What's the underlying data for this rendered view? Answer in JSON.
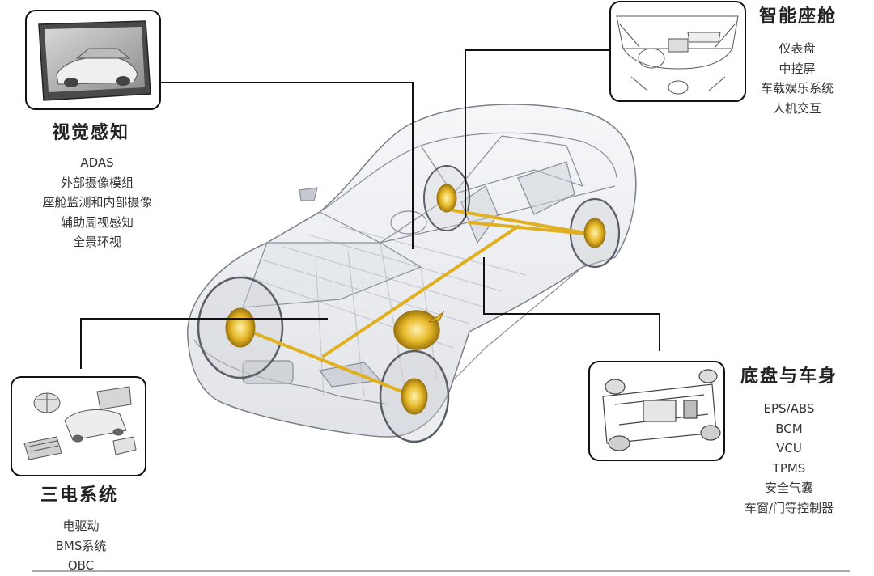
{
  "sections": {
    "vision": {
      "title": "视觉感知",
      "items": [
        "ADAS",
        "外部摄像模组",
        "座舱监测和内部摄像",
        "辅助周视感知",
        "全景环视"
      ]
    },
    "cockpit": {
      "title": "智能座舱",
      "items": [
        "仪表盘",
        "中控屏",
        "车载娱乐系统",
        "人机交互"
      ]
    },
    "chassis": {
      "title": "底盘与车身",
      "items": [
        "EPS/ABS",
        "BCM",
        "VCU",
        "TPMS",
        "安全气囊",
        "车窗/门等控制器"
      ]
    },
    "powertrain": {
      "title": "三电系统",
      "items": [
        "电驱动",
        "BMS系统",
        "OBC"
      ]
    }
  },
  "icons": {
    "vision": "camera-monitor-icon",
    "cockpit": "car-interior-icon",
    "chassis": "chassis-frame-icon",
    "powertrain": "ev-components-icon",
    "center": "transparent-car-wireframe"
  },
  "colors": {
    "line": "#111111",
    "highlight": "#e0b020",
    "wire": "#8a8f98"
  }
}
